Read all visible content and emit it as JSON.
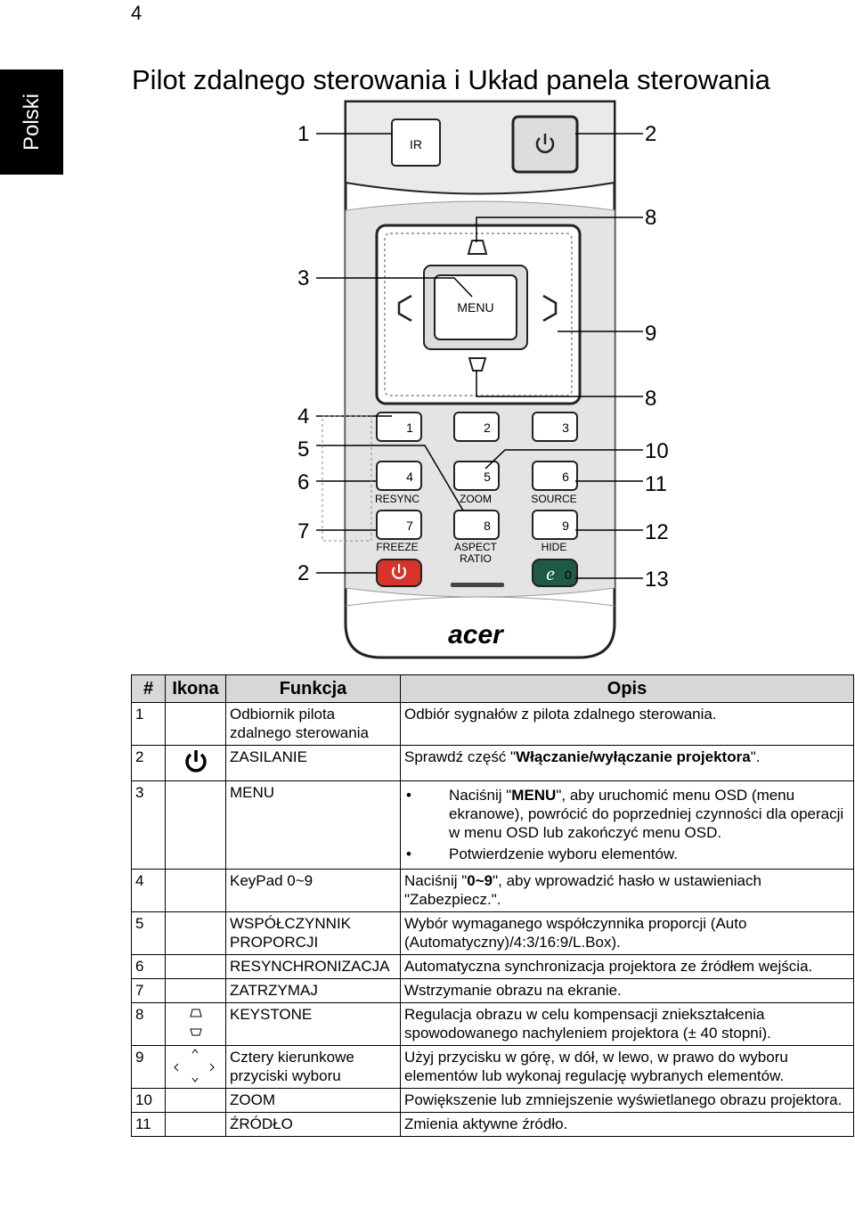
{
  "page_number": "4",
  "side_tab": "Polski",
  "title": "Pilot zdalnego sterowania i Układ panela sterowania",
  "remote": {
    "callouts_left": [
      "1",
      "3",
      "4",
      "5",
      "6",
      "7",
      "2"
    ],
    "callouts_right": [
      "2",
      "8",
      "9",
      "8",
      "10",
      "11",
      "12",
      "13"
    ],
    "ir": "IR",
    "menu": "MENU",
    "keys": [
      "1",
      "2",
      "3",
      "4",
      "5",
      "6",
      "7",
      "8",
      "9"
    ],
    "labels": {
      "resync": "RESYNC",
      "zoom": "ZOOM",
      "source": "SOURCE",
      "freeze": "FREEZE",
      "aspect1": "ASPECT",
      "aspect2": "RATIO",
      "hide": "HIDE"
    },
    "eco_key": "0",
    "brand": "acer"
  },
  "table": {
    "headers": [
      "#",
      "Ikona",
      "Funkcja",
      "Opis"
    ],
    "rows": [
      {
        "n": "1",
        "func": "Odbiornik pilota zdalnego sterowania",
        "desc": "Odbiór sygnałów z pilota zdalnego sterowania."
      },
      {
        "n": "2",
        "func": "ZASILANIE",
        "desc_pre": "Sprawdź część \"",
        "desc_bold": "Włączanie/wyłączanie projektora",
        "desc_post": "\"."
      },
      {
        "n": "3",
        "func": "MENU",
        "b1_pre": "Naciśnij \"",
        "b1_bold": "MENU",
        "b1_post": "\", aby uruchomić menu OSD (menu ekranowe), powrócić do poprzedniej czynności dla operacji w menu OSD lub zakończyć menu OSD.",
        "b2": "Potwierdzenie wyboru elementów."
      },
      {
        "n": "4",
        "func": "KeyPad 0~9",
        "desc_pre": "Naciśnij \"",
        "desc_bold": "0~9",
        "desc_post": "\", aby wprowadzić hasło w ustawieniach \"Zabezpiecz.\"."
      },
      {
        "n": "5",
        "func": "WSPÓŁCZYNNIK PROPORCJI",
        "desc": "Wybór wymaganego współczynnika proporcji (Auto (Automatyczny)/4:3/16:9/L.Box)."
      },
      {
        "n": "6",
        "func": "RESYNCHRONIZACJA",
        "desc": "Automatyczna synchronizacja projektora ze źródłem wejścia."
      },
      {
        "n": "7",
        "func": "ZATRZYMAJ",
        "desc": "Wstrzymanie obrazu na ekranie."
      },
      {
        "n": "8",
        "func": "KEYSTONE",
        "desc": "Regulacja obrazu w celu kompensacji zniekształcenia spowodowanego nachyleniem projektora (± 40 stopni)."
      },
      {
        "n": "9",
        "func": "Cztery kierunkowe przyciski wyboru",
        "desc": "Użyj przycisku w górę, w dół, w lewo, w prawo do wyboru elementów lub wykonaj regulację wybranych elementów."
      },
      {
        "n": "10",
        "func": "ZOOM",
        "desc": "Powiększenie lub zmniejszenie wyświetlanego obrazu projektora."
      },
      {
        "n": "11",
        "func": "ŹRÓDŁO",
        "desc": "Zmienia aktywne źródło."
      }
    ]
  }
}
